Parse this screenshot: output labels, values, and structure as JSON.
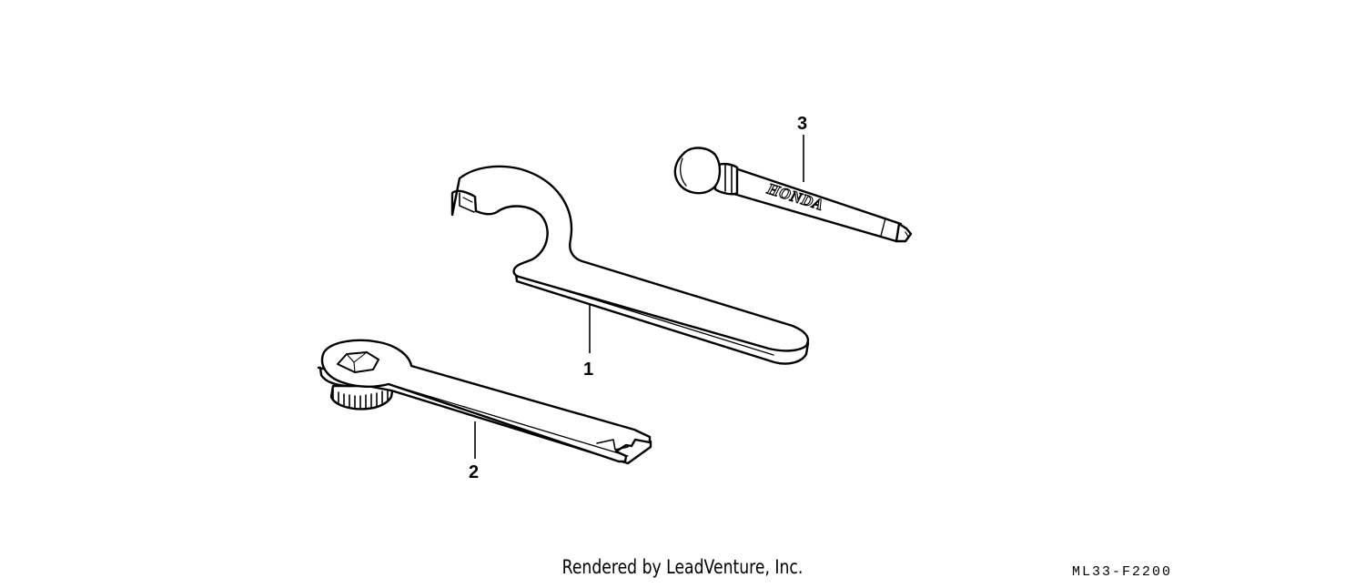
{
  "diagram": {
    "parts": [
      {
        "callout": "1",
        "description": "pin spanner wrench"
      },
      {
        "callout": "2",
        "description": "box wrench with knurled wheel"
      },
      {
        "callout": "3",
        "description": "pin punch handle"
      }
    ],
    "engraving": "HONDA",
    "colors": {
      "line": "#000000",
      "fill": "#ffffff"
    }
  },
  "footer": {
    "credit": "Rendered by LeadVenture, Inc.",
    "figure_code": "ML33-F2200"
  }
}
